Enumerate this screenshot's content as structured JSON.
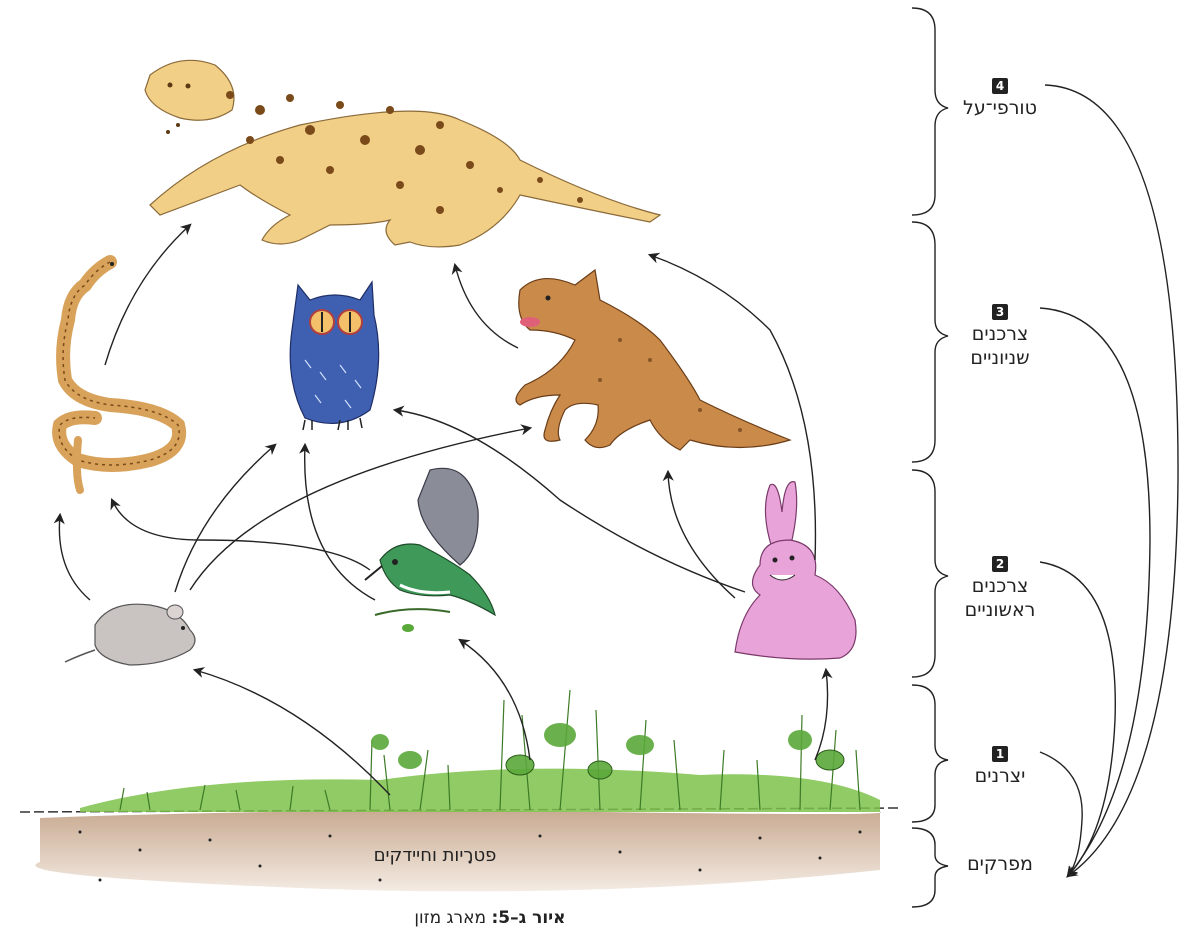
{
  "levels": [
    {
      "number": "4",
      "lines": [
        "טורפי־על"
      ]
    },
    {
      "number": "3",
      "lines": [
        "צרכנים",
        "שניוניים"
      ]
    },
    {
      "number": "2",
      "lines": [
        "צרכנים",
        "ראשוניים"
      ]
    },
    {
      "number": "1",
      "lines": [
        "יצרנים"
      ]
    },
    {
      "number": "",
      "lines": [
        "מפרקים"
      ]
    }
  ],
  "soil_label": "פטריות וחיידקים",
  "caption": {
    "bold": "איור ג–5:",
    "text": " מארג מזון"
  },
  "colors": {
    "leopard": "#f2cf86",
    "leopard_spots": "#7a4a1a",
    "owl": "#3f5fb0",
    "fox": "#c98a4a",
    "rabbit": "#e8a3d8",
    "bird": "#3f9a5a",
    "snake": "#d8a25a",
    "mouse": "#c9c4c2",
    "grass": "#7cc24a",
    "soil": "#d7c1ac"
  },
  "icons": [
    "leopard-icon",
    "owl-icon",
    "fox-icon",
    "snake-icon",
    "bird-icon",
    "rabbit-icon",
    "mouse-icon",
    "plants-icon",
    "soil-icon"
  ]
}
